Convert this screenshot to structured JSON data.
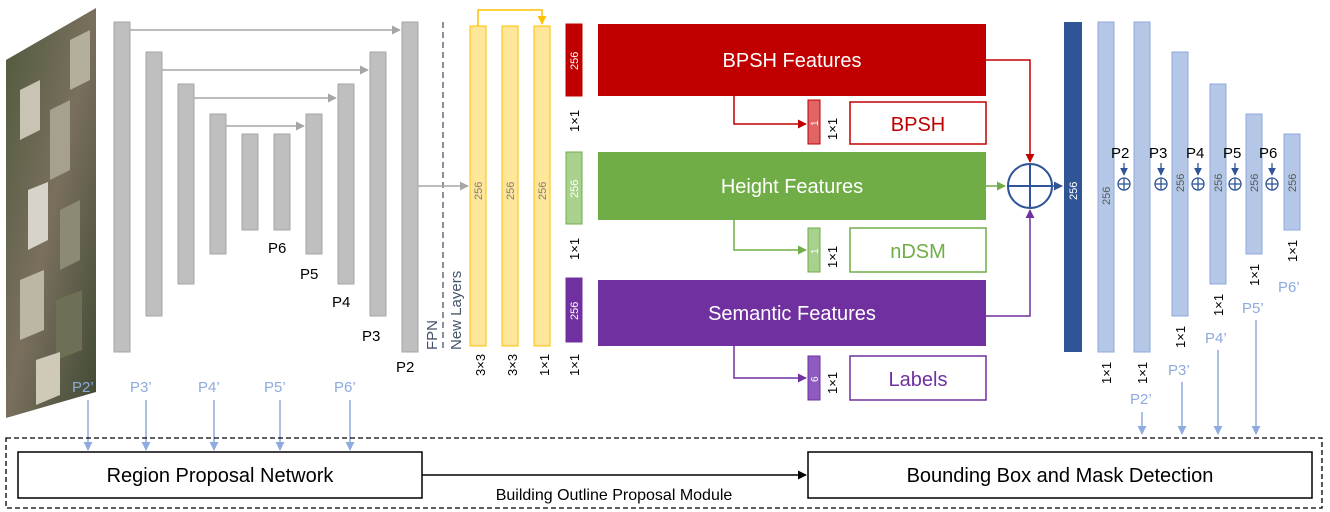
{
  "backbone": {
    "levels": [
      "P2",
      "P3",
      "P4",
      "P5",
      "P6"
    ],
    "fpn_label": "FPN",
    "new_layers_label": "New Layers"
  },
  "new_layers": {
    "channels": [
      "256",
      "256",
      "256"
    ],
    "kernels": [
      "3×3",
      "3×3",
      "1×1"
    ]
  },
  "branches": [
    {
      "features": "BPSH Features",
      "conv_channels": "256",
      "conv_kernel": "1×1",
      "out_channels": "1",
      "out_kernel": "1×1",
      "output": "BPSH",
      "color": "#c00000"
    },
    {
      "features": "Height Features",
      "conv_channels": "256",
      "conv_kernel": "1×1",
      "out_channels": "1",
      "out_kernel": "1×1",
      "output": "nDSM",
      "color": "#70ad47"
    },
    {
      "features": "Semantic Features",
      "conv_channels": "256",
      "conv_kernel": "1×1",
      "out_channels": "6",
      "out_kernel": "1×1",
      "output": "Labels",
      "color": "#7030a0"
    }
  ],
  "fusion": {
    "channels": "256",
    "color": "#2f5597"
  },
  "new_pyramid": {
    "channels": [
      "256",
      "256",
      "256",
      "256",
      "256"
    ],
    "inputs": [
      "P2",
      "P3",
      "P4",
      "P5",
      "P6"
    ],
    "kernels": [
      "1×1",
      "1×1",
      "1×1",
      "1×1",
      "1×1",
      "1×1"
    ],
    "outputs": [
      "P2’",
      "P3’",
      "P4’",
      "P5’",
      "P6’"
    ],
    "color": "#b4c7e7"
  },
  "rpn_inputs": [
    "P2’",
    "P3’",
    "P4’",
    "P5’",
    "P6’"
  ],
  "module": {
    "rpn": "Region Proposal Network",
    "detection": "Bounding Box and Mask Detection",
    "caption": "Building Outline Proposal Module"
  }
}
